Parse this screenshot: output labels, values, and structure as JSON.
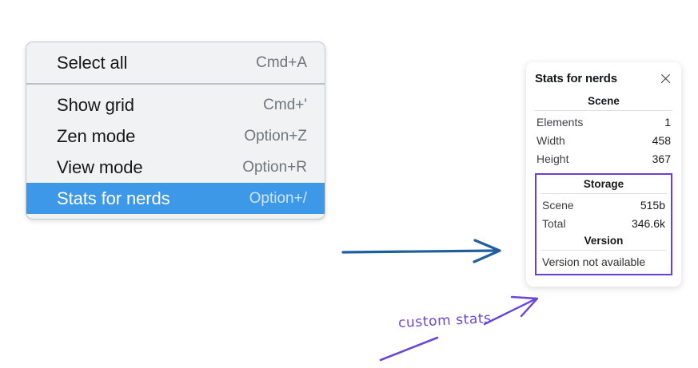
{
  "menu": {
    "groups": [
      {
        "items": [
          {
            "label": "Select all",
            "shortcut": "Cmd+A",
            "selected": false
          }
        ]
      },
      {
        "items": [
          {
            "label": "Show grid",
            "shortcut": "Cmd+'",
            "selected": false
          },
          {
            "label": "Zen mode",
            "shortcut": "Option+Z",
            "selected": false
          },
          {
            "label": "View mode",
            "shortcut": "Option+R",
            "selected": false
          },
          {
            "label": "Stats for nerds",
            "shortcut": "Option+/",
            "selected": true
          }
        ]
      }
    ],
    "highlight_color": "#3d98e8"
  },
  "stats_panel": {
    "title": "Stats for nerds",
    "close_icon": "close-icon",
    "scene": {
      "heading": "Scene",
      "rows": [
        {
          "key": "Elements",
          "value": "1"
        },
        {
          "key": "Width",
          "value": "458"
        },
        {
          "key": "Height",
          "value": "367"
        }
      ]
    },
    "custom": {
      "border_color": "#6a3fd4",
      "storage": {
        "heading": "Storage",
        "rows": [
          {
            "key": "Scene",
            "value": "515b"
          },
          {
            "key": "Total",
            "value": "346.6k"
          }
        ]
      },
      "version": {
        "heading": "Version",
        "text": "Version not available"
      }
    }
  },
  "annotations": {
    "blue_arrow": {
      "name": "blue-arrow",
      "color": "#1f5f9e"
    },
    "purple_arrow": {
      "name": "purple-arrow",
      "color": "#6b46d6"
    },
    "purple_stroke": {
      "name": "purple-underline-stroke",
      "color": "#6b46d6"
    },
    "handwritten_label": "custom stats"
  }
}
